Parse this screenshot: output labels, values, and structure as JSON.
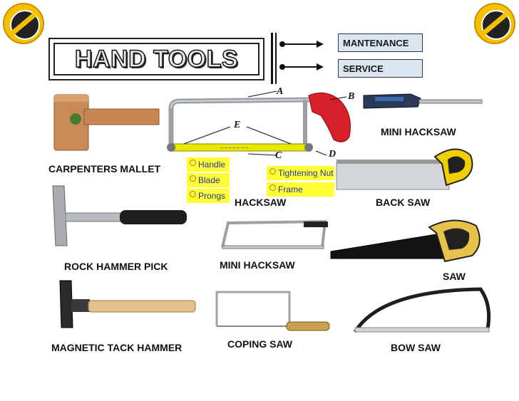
{
  "title": "HAND TOOLS",
  "menu": {
    "maintenance": "MANTENANCE",
    "service": "SERVICE"
  },
  "hacksaw_parts": {
    "letters": [
      "A",
      "B",
      "C",
      "D",
      "E"
    ],
    "tags_left": [
      "Handle",
      "Blade",
      "Prongs"
    ],
    "tags_right": [
      "Tightening Nut",
      "Frame"
    ]
  },
  "labels": {
    "mini_hacksaw_top": "MINI HACKSAW",
    "carpenters_mallet": "CARPENTERS MALLET",
    "hacksaw": "HACKSAW",
    "back_saw": "BACK SAW",
    "rock_hammer_pick": "ROCK HAMMER PICK",
    "mini_hacksaw": "MINI HACKSAW",
    "saw": "SAW",
    "magnetic_tack_hammer": "MAGNETIC TACK HAMMER",
    "coping_saw": "COPING SAW",
    "bow_saw": "BOW SAW"
  },
  "colors": {
    "menu_bg": "#dbe6f3",
    "tag_bg": "#ffff33",
    "tag_text": "#2233aa",
    "badge": "#f5c000"
  }
}
